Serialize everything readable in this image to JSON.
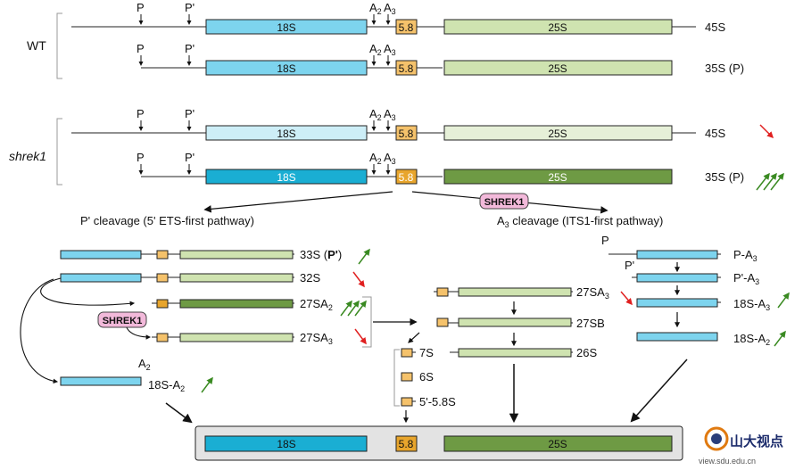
{
  "labels": {
    "wt": "WT",
    "mutant": "shrek1",
    "r18s": "18S",
    "r58": "5.8",
    "r25s": "25S",
    "site_p": "P",
    "site_pp": "P'",
    "site_a2": "A",
    "site_a2_sub": "2",
    "site_a3": "A",
    "site_a3_sub": "3",
    "precursor_45s": "45S",
    "precursor_35s": "35S (P)",
    "enzyme": "SHREK1",
    "left_pathway": "P' cleavage   (5' ETS-first pathway)",
    "right_pathway_a": "A",
    "right_pathway_sub": "3",
    "right_pathway_b": " cleavage   (ITS1-first pathway)",
    "i_33s": "33S (",
    "i_33s_b": "P'",
    "i_33s_c": ")",
    "i_32s": "32S",
    "i_27sa2": "27SA",
    "i_27sa2_sub": "2",
    "i_27sa3": "27SA",
    "i_27sa3_sub": "3",
    "i_18sa2": "18S-A",
    "i_18sa2_sub": "2",
    "i_27sa3_mid": "27SA",
    "i_27sa3_mid_sub": "3",
    "i_27sb": "27SB",
    "i_26s": "26S",
    "i_7s": "7S",
    "i_6s": "6S",
    "i_558s": "5'-5.8S",
    "r_pa3": "P-A",
    "r_pa3_sub": "3",
    "r_ppa3": "P'-A",
    "r_ppa3_sub": "3",
    "r_18sa3": "18S-A",
    "r_18sa3_sub": "3",
    "r_18sa2": "18S-A",
    "r_18sa2_sub": "2",
    "watermark_cn": "山大视点",
    "watermark_url": "view.sdu.edu.cn"
  },
  "colors": {
    "r18s_wt": "#7dd4ee",
    "r18s_pale": "#cdeef7",
    "r18s_dark": "#1aaed3",
    "r58": "#f5c26b",
    "r58_dark": "#e8a52c",
    "r25s": "#cfe3b0",
    "r25s_pale": "#e6f0d8",
    "r25s_dark": "#6e9a44",
    "enzyme": "#f2b9da",
    "arrow_up": "#3a8a22",
    "arrow_down": "#e02020",
    "final_bg": "#e3e3e3"
  }
}
